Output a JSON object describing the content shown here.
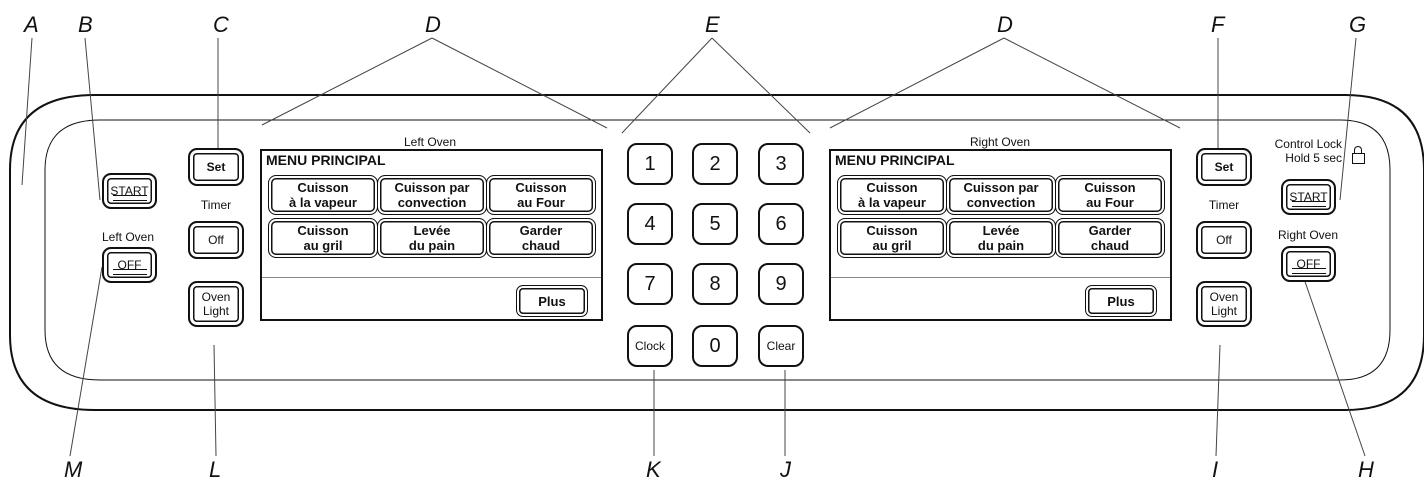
{
  "callouts": {
    "a": "A",
    "b": "B",
    "c": "C",
    "d_left": "D",
    "e": "E",
    "d_right": "D",
    "f": "F",
    "g": "G",
    "h": "H",
    "i": "I",
    "j": "J",
    "k": "K",
    "l": "L",
    "m": "M"
  },
  "left_controls": {
    "start": "START",
    "left_oven_label": "Left Oven",
    "off": "OFF",
    "set": "Set",
    "timer_label": "Timer",
    "timer_off": "Off",
    "oven_light_line1": "Oven",
    "oven_light_line2": "Light"
  },
  "left_screen": {
    "label": "Left Oven",
    "title": "MENU PRINCIPAL",
    "buttons": [
      {
        "label": "Cuisson\nà la vapeur"
      },
      {
        "label": "Cuisson par\nconvection"
      },
      {
        "label": "Cuisson\nau Four"
      },
      {
        "label": "Cuisson\nau gril"
      },
      {
        "label": "Levée\ndu pain"
      },
      {
        "label": "Garder\nchaud"
      }
    ],
    "plus": "Plus"
  },
  "keypad": {
    "keys": [
      "1",
      "2",
      "3",
      "4",
      "5",
      "6",
      "7",
      "8",
      "9"
    ],
    "clock": "Clock",
    "zero": "0",
    "clear": "Clear"
  },
  "right_screen": {
    "label": "Right Oven",
    "title": "MENU PRINCIPAL",
    "buttons": [
      {
        "label": "Cuisson\nà la vapeur"
      },
      {
        "label": "Cuisson par\nconvection"
      },
      {
        "label": "Cuisson\nau Four"
      },
      {
        "label": "Cuisson\nau gril"
      },
      {
        "label": "Levée\ndu pain"
      },
      {
        "label": "Garder\nchaud"
      }
    ],
    "plus": "Plus"
  },
  "right_controls": {
    "set": "Set",
    "timer_label": "Timer",
    "timer_off": "Off",
    "oven_light_line1": "Oven",
    "oven_light_line2": "Light",
    "control_lock_line1": "Control Lock",
    "control_lock_line2": "Hold 5 sec",
    "lock_icon": "padlock-icon",
    "start": "START",
    "right_oven_label": "Right Oven",
    "off": "OFF"
  }
}
